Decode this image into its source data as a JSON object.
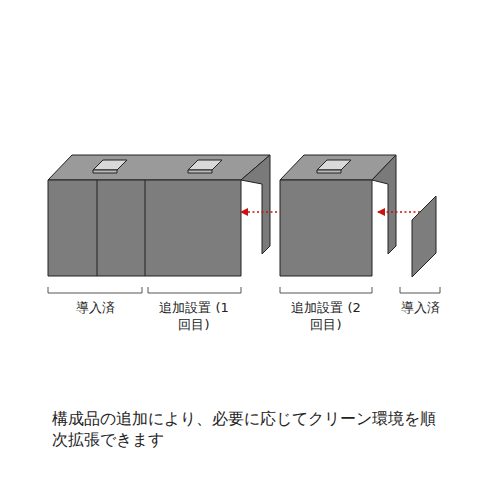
{
  "diagram": {
    "caption": "構成品の追加により、必要に応じてクリーン環境を順次拡張できます",
    "labels": [
      "導入済",
      "追加設置 (1回目)",
      "追加設置 (2回目)",
      "導入済"
    ]
  }
}
